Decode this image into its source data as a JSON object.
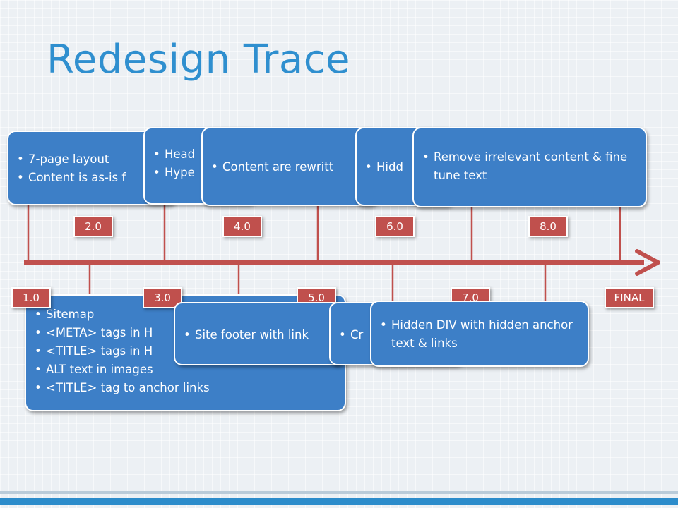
{
  "slide": {
    "title": "Redesign Trace"
  },
  "timeline": {
    "versions": [
      "1.0",
      "2.0",
      "3.0",
      "4.0",
      "5.0",
      "6.0",
      "7.0",
      "8.0",
      "FINAL"
    ],
    "colors": {
      "accent": "#c0504d",
      "card": "#3d7fc7",
      "title": "#2f8fcf"
    }
  },
  "cards": {
    "v1": {
      "items": [
        "7-page layout",
        "Content is as-is f"
      ]
    },
    "v2": {
      "items": [
        "Sitemap",
        "<META> tags in H",
        "<TITLE> tags in H",
        "ALT text in images",
        "<TITLE> tag to anchor links"
      ]
    },
    "v3": {
      "items": [
        "Head",
        "Hype"
      ]
    },
    "v4": {
      "items": [
        "Site footer with link"
      ]
    },
    "v5": {
      "items": [
        "Content are rewritt"
      ]
    },
    "v6": {
      "items": [
        "Cr"
      ]
    },
    "v7": {
      "items": [
        "Hidd"
      ]
    },
    "v8": {
      "items": [
        "Hidden DIV with hidden anchor text & links"
      ]
    },
    "final": {
      "items": [
        "Remove irrelevant content & fine tune text"
      ]
    }
  }
}
